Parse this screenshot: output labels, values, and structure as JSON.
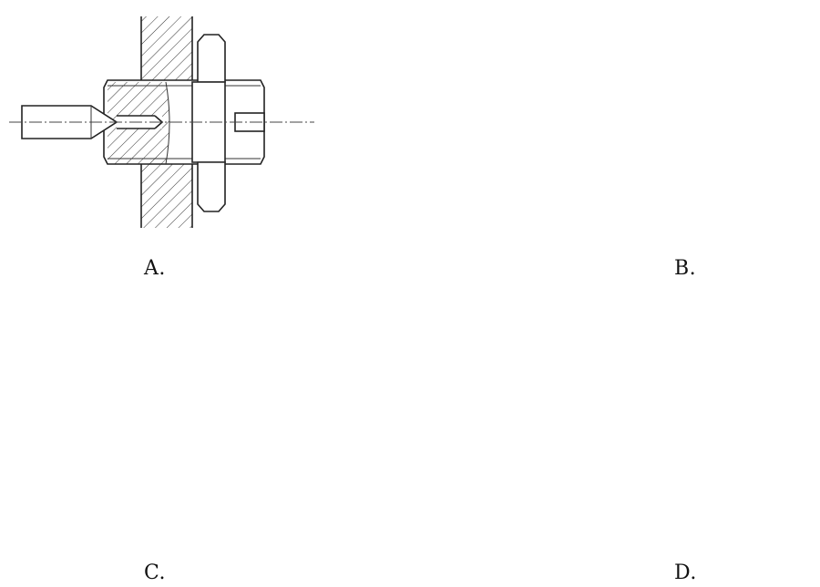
{
  "figures": {
    "a": {
      "label": "A."
    },
    "b": {
      "label": "B."
    },
    "c": {
      "label": "C."
    },
    "d": {
      "label": "D."
    }
  },
  "colors": {
    "line": "#222222",
    "background": "#ffffff"
  }
}
